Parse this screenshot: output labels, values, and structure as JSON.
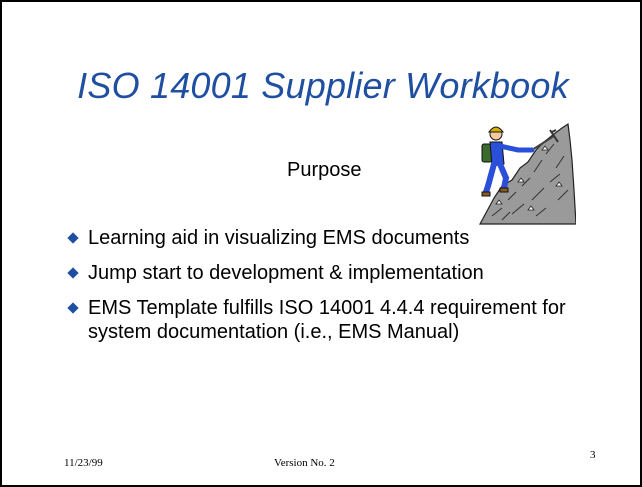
{
  "slide": {
    "title": "ISO 14001 Supplier Workbook",
    "subtitle": "Purpose",
    "bullets": [
      "Learning aid in visualizing EMS documents",
      "Jump start to development & implementation",
      "EMS Template fulfills ISO 14001 4.4.4 requirement for system documentation (i.e., EMS Manual)"
    ],
    "footer": {
      "date": "11/23/99",
      "version": "Version No. 2",
      "page_number": "3"
    }
  },
  "clipart": {
    "name": "mountain-climber-icon"
  },
  "colors": {
    "accent": "#1f4fa0",
    "border": "#000000",
    "background": "#ffffff"
  }
}
